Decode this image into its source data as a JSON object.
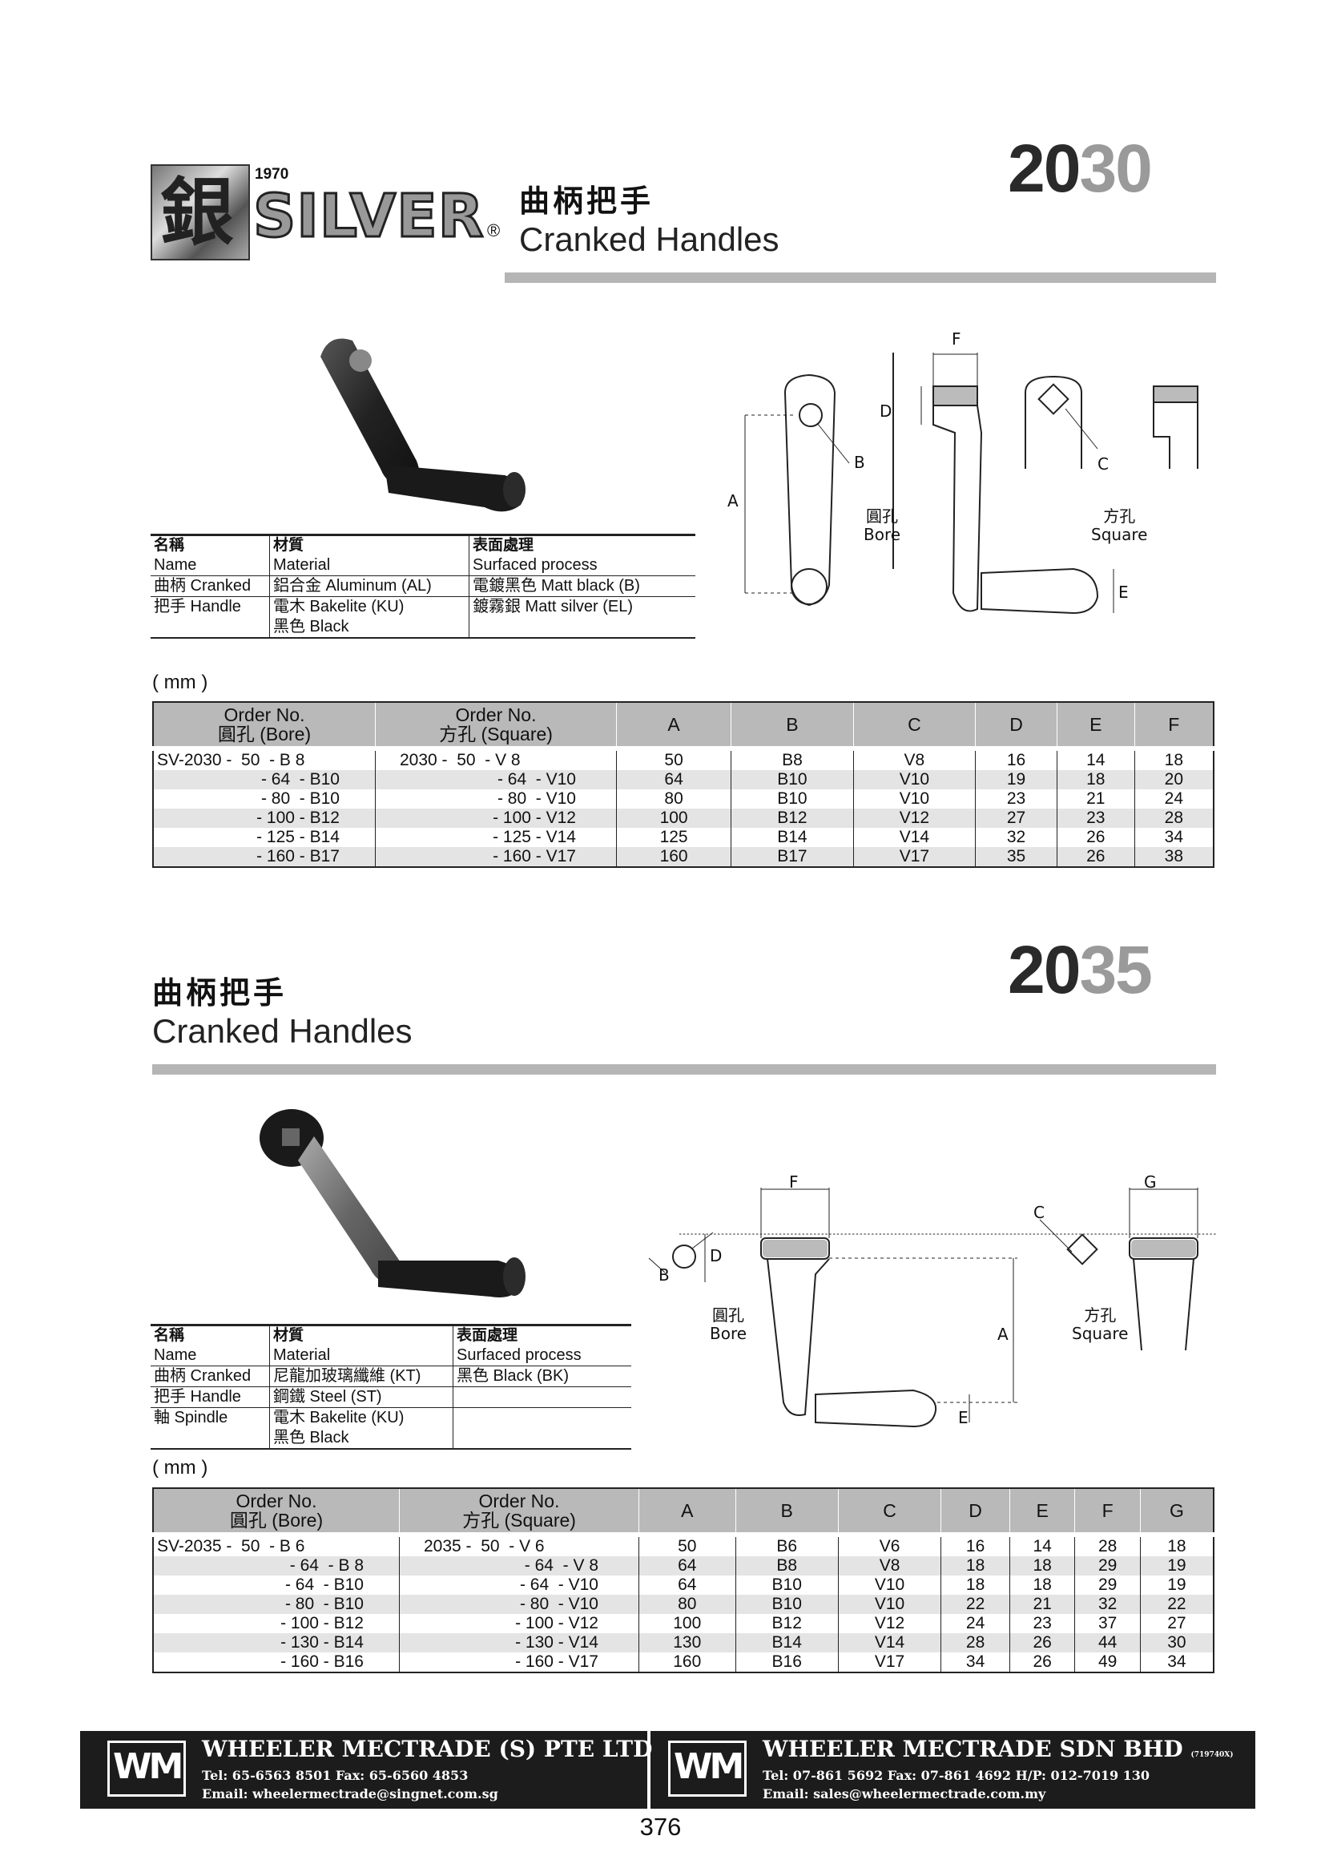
{
  "brand": {
    "year": "1970",
    "name": "SILVER",
    "registered": "®",
    "emblem_char": "銀"
  },
  "section1": {
    "code_a": "20",
    "code_b": "30",
    "title_zh": "曲柄把手",
    "title_en": "Cranked Handles",
    "material_table": {
      "headers_zh": [
        "名稱",
        "材質",
        "表面處理"
      ],
      "headers_en": [
        "Name",
        "Material",
        "Surfaced process"
      ],
      "rows": [
        [
          "曲柄 Cranked",
          "鋁合金 Aluminum (AL)",
          "電鍍黑色 Matt black (B)"
        ],
        [
          "把手 Handle",
          "電木 Bakelite (KU)",
          "鍍霧銀 Matt silver (EL)"
        ],
        [
          "",
          "黑色 Black",
          ""
        ]
      ]
    },
    "diagram_labels": {
      "F": "F",
      "D": "D",
      "B": "B",
      "C": "C",
      "A": "A",
      "E": "E",
      "bore_zh": "圓孔",
      "bore_en": "Bore",
      "square_zh": "方孔",
      "square_en": "Square"
    },
    "unit": "( mm )",
    "order_table": {
      "headers": [
        {
          "l1": "Order No.",
          "l2": "圓孔 (Bore)"
        },
        {
          "l1": "Order No.",
          "l2": "方孔 (Square)"
        },
        {
          "l1": "A"
        },
        {
          "l1": "B"
        },
        {
          "l1": "C"
        },
        {
          "l1": "D"
        },
        {
          "l1": "E"
        },
        {
          "l1": "F"
        }
      ],
      "rows": [
        [
          "SV-2030 -  50  - B 8",
          "2030 -  50  - V 8",
          "50",
          "B8",
          "V8",
          "16",
          "14",
          "18"
        ],
        [
          "- 64  - B10",
          "- 64  - V10",
          "64",
          "B10",
          "V10",
          "19",
          "18",
          "20"
        ],
        [
          "- 80  - B10",
          "- 80  - V10",
          "80",
          "B10",
          "V10",
          "23",
          "21",
          "24"
        ],
        [
          "- 100 - B12",
          "- 100 - V12",
          "100",
          "B12",
          "V12",
          "27",
          "23",
          "28"
        ],
        [
          "- 125 - B14",
          "- 125 - V14",
          "125",
          "B14",
          "V14",
          "32",
          "26",
          "34"
        ],
        [
          "- 160 - B17",
          "- 160 - V17",
          "160",
          "B17",
          "V17",
          "35",
          "26",
          "38"
        ]
      ]
    }
  },
  "section2": {
    "code_a": "20",
    "code_b": "35",
    "title_zh": "曲柄把手",
    "title_en": "Cranked Handles",
    "material_table": {
      "headers_zh": [
        "名稱",
        "材質",
        "表面處理"
      ],
      "headers_en": [
        "Name",
        "Material",
        "Surfaced process"
      ],
      "rows": [
        [
          "曲柄 Cranked",
          "尼龍加玻璃纖維 (KT)",
          "黑色 Black (BK)"
        ],
        [
          "把手 Handle",
          "鋼鐵 Steel (ST)",
          ""
        ],
        [
          "軸 Spindle",
          "電木 Bakelite (KU)",
          ""
        ],
        [
          "",
          "黑色 Black",
          ""
        ]
      ]
    },
    "diagram_labels": {
      "F": "F",
      "G": "G",
      "D": "D",
      "B": "B",
      "C": "C",
      "A": "A",
      "E": "E",
      "bore_zh": "圓孔",
      "bore_en": "Bore",
      "square_zh": "方孔",
      "square_en": "Square"
    },
    "unit": "( mm )",
    "order_table": {
      "headers": [
        {
          "l1": "Order No.",
          "l2": "圓孔 (Bore)"
        },
        {
          "l1": "Order No.",
          "l2": "方孔 (Square)"
        },
        {
          "l1": "A"
        },
        {
          "l1": "B"
        },
        {
          "l1": "C"
        },
        {
          "l1": "D"
        },
        {
          "l1": "E"
        },
        {
          "l1": "F"
        },
        {
          "l1": "G"
        }
      ],
      "rows": [
        [
          "SV-2035 -  50  - B 6",
          "2035 -  50  - V 6",
          "50",
          "B6",
          "V6",
          "16",
          "14",
          "28",
          "18"
        ],
        [
          "- 64  - B 8",
          "- 64  - V 8",
          "64",
          "B8",
          "V8",
          "18",
          "18",
          "29",
          "19"
        ],
        [
          "- 64  - B10",
          "- 64  - V10",
          "64",
          "B10",
          "V10",
          "18",
          "18",
          "29",
          "19"
        ],
        [
          "- 80  - B10",
          "- 80  - V10",
          "80",
          "B10",
          "V10",
          "22",
          "21",
          "32",
          "22"
        ],
        [
          "- 100 - B12",
          "- 100 - V12",
          "100",
          "B12",
          "V12",
          "24",
          "23",
          "37",
          "27"
        ],
        [
          "- 130 - B14",
          "- 130 - V14",
          "130",
          "B14",
          "V14",
          "28",
          "26",
          "44",
          "30"
        ],
        [
          "- 160 - B16",
          "- 160 - V17",
          "160",
          "B16",
          "V17",
          "34",
          "26",
          "49",
          "34"
        ]
      ]
    }
  },
  "footer": {
    "left": {
      "logo": "WM",
      "company": "WHEELER MECTRADE (S) PTE LTD",
      "tel": "Tel: 65-6563 8501   Fax: 65-6560 4853",
      "email": "Email:  wheelermectrade@singnet.com.sg"
    },
    "right": {
      "logo": "WM",
      "company": "WHEELER MECTRADE SDN BHD",
      "reg": "(719740X)",
      "tel": "Tel: 07-861 5692  Fax: 07-861 4692  H/P: 012-7019 130",
      "email": "Email:  sales@wheelermectrade.com.my"
    }
  },
  "page_number": "376"
}
